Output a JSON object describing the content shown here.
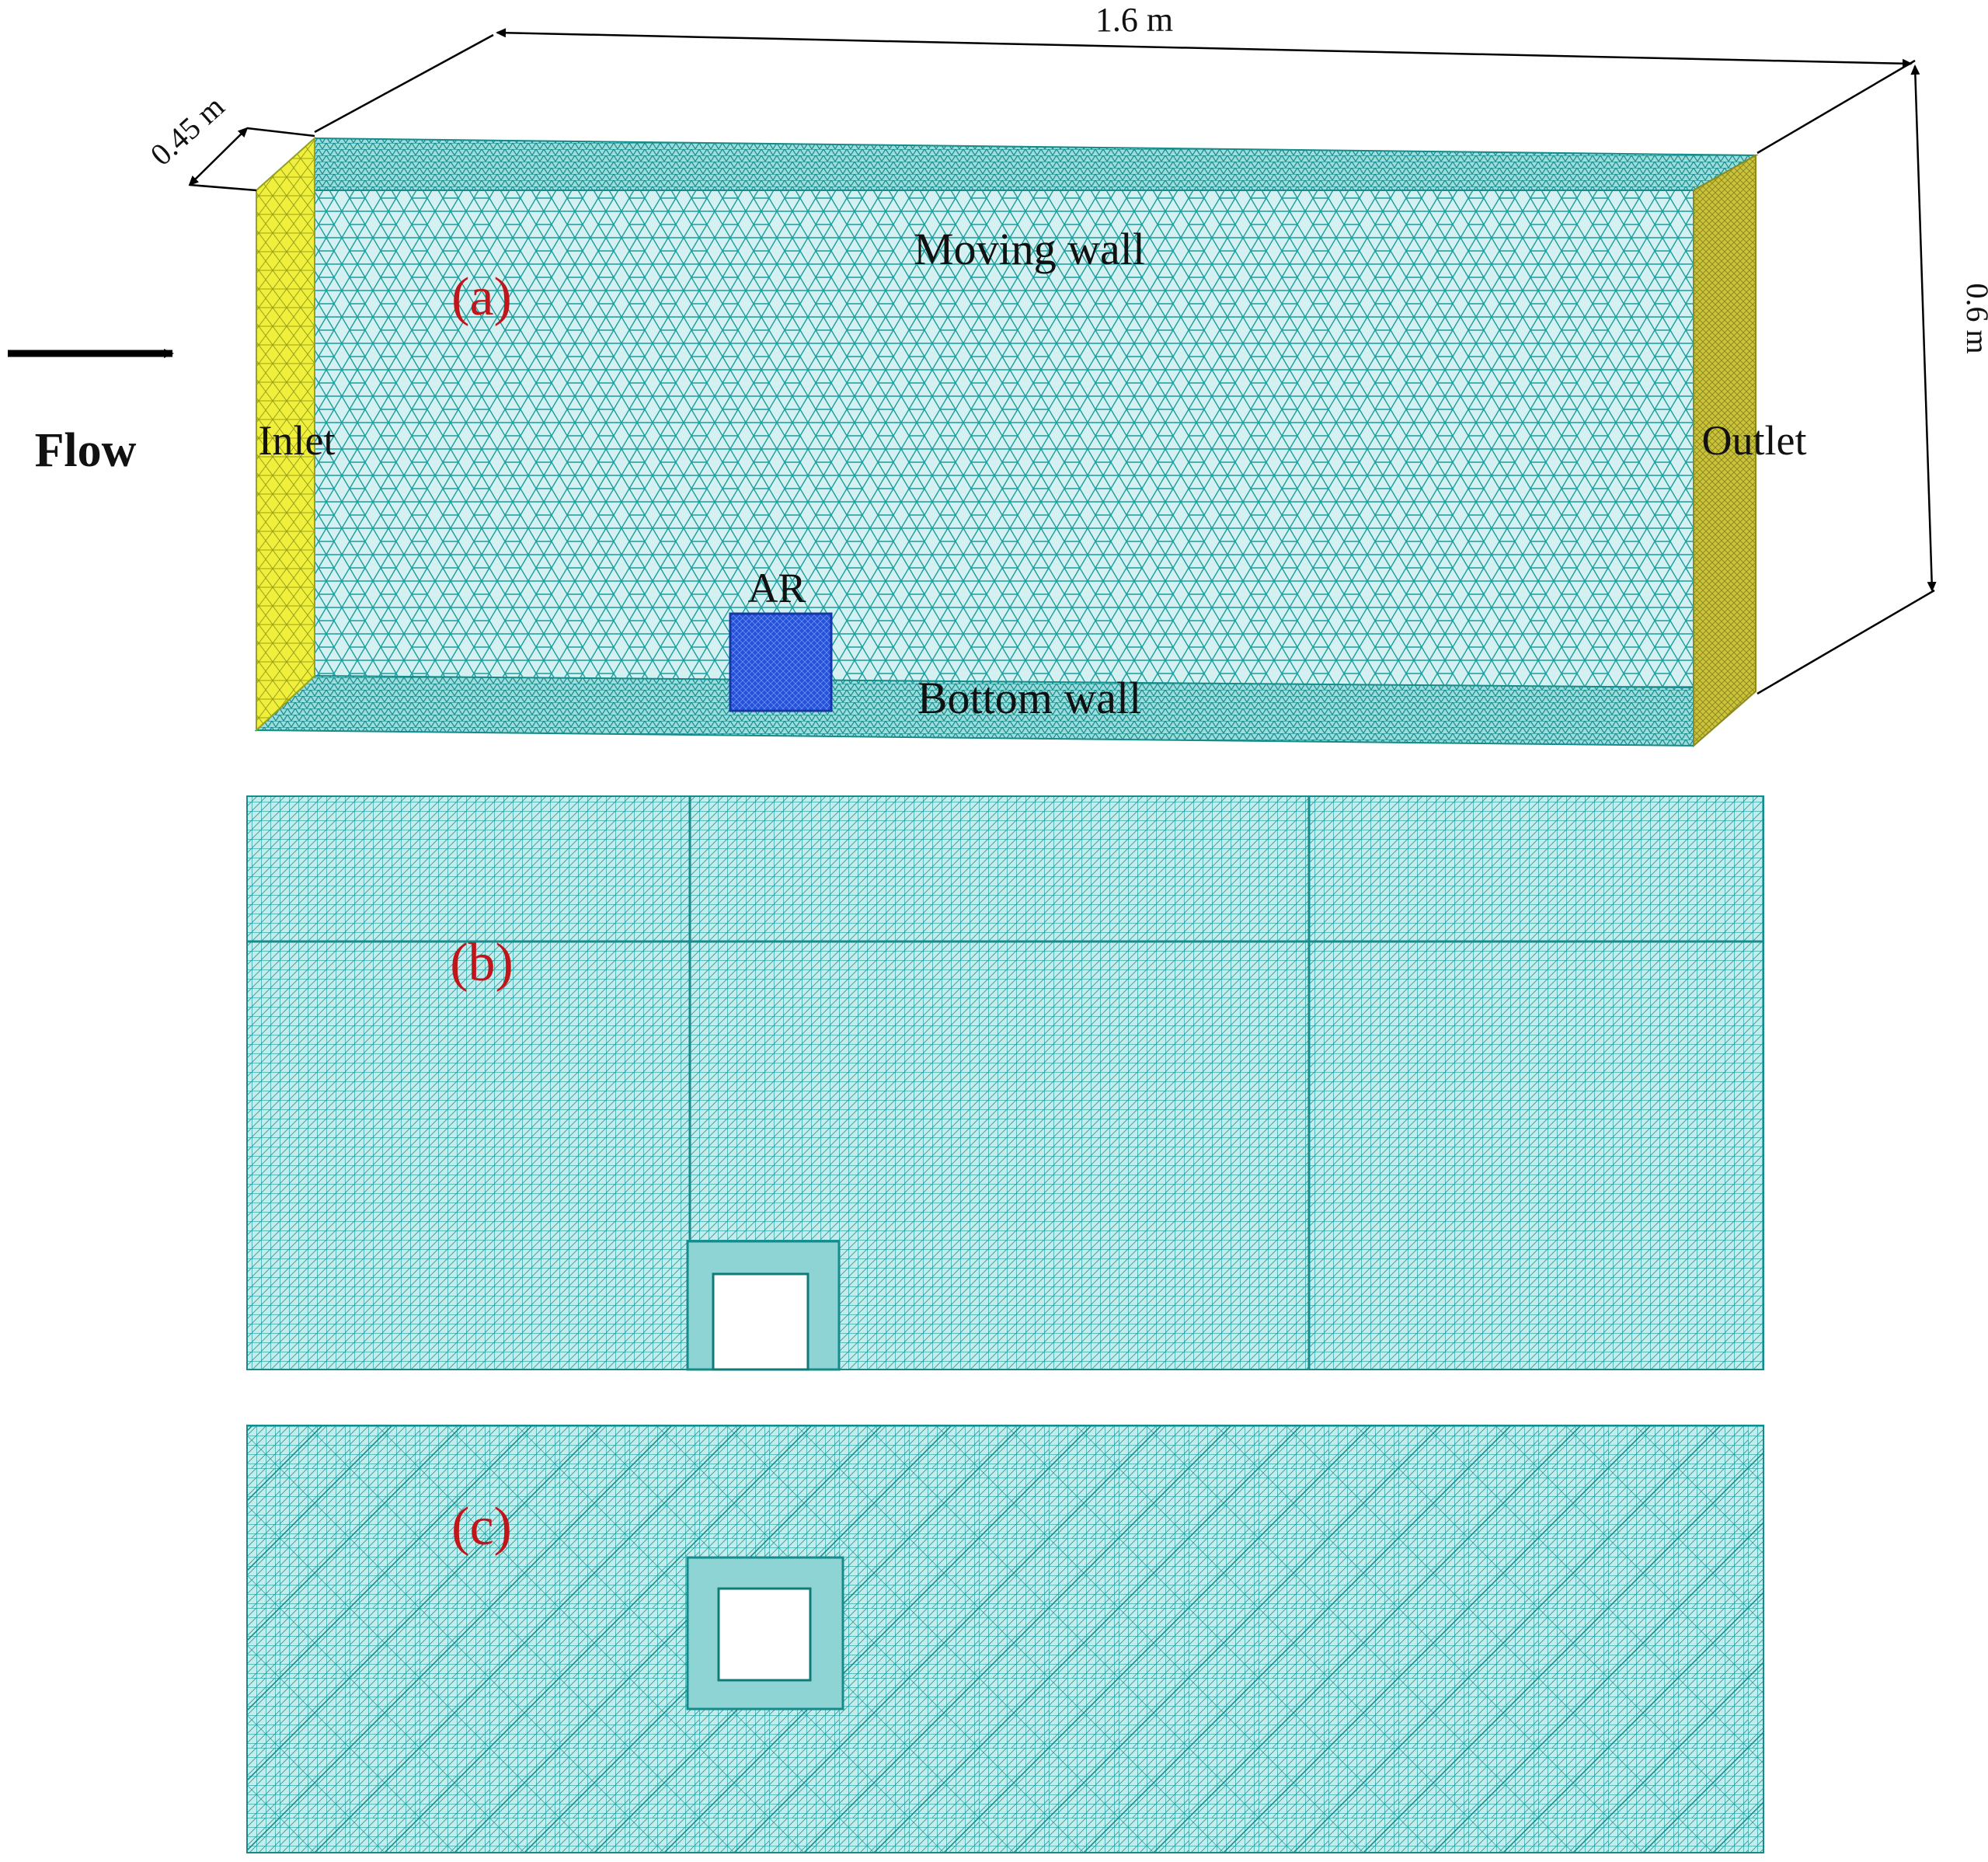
{
  "colors": {
    "mesh_line": "#1a9e9e",
    "mesh_fill": "#bfe9ea",
    "mesh_fill_dense": "#7fcfd0",
    "inlet": "#f2f23a",
    "outlet": "#c8c23a",
    "obstacle": "#1f4fd6",
    "panel_label": "#c0151b",
    "text": "#111111",
    "arrow": "#000000"
  },
  "panel_a": {
    "label": "(a)",
    "dim_length": "1.6 m",
    "dim_width": "0.45 m",
    "dim_height": "0.6 m",
    "top_label": "Moving wall",
    "bottom_label": "Bottom wall",
    "inlet_label": "Inlet",
    "outlet_label": "Outlet",
    "obstacle_label": "AR",
    "flow_label": "Flow",
    "icons": [
      "flow-arrow-icon",
      "dimension-arrow-icon"
    ]
  },
  "panel_b": {
    "label": "(b)"
  },
  "panel_c": {
    "label": "(c)"
  }
}
